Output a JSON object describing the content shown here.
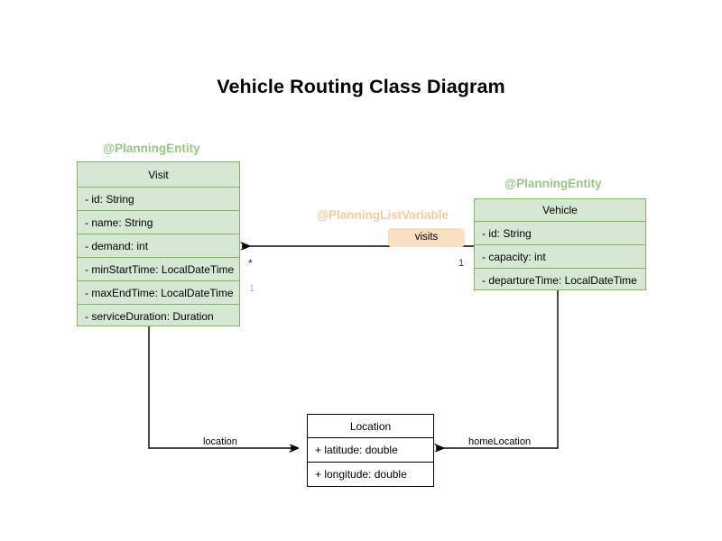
{
  "diagram": {
    "title": "Vehicle Routing Class Diagram",
    "type": "uml-class-diagram",
    "colors": {
      "planning_entity_fill": "#d5e8d4",
      "planning_entity_border": "#82b366",
      "planning_entity_stereotype_text": "#97c785",
      "planning_list_variable_text": "#f8cb9c",
      "association_badge_fill": "#fae0c3",
      "plain_class_fill": "#ffffff",
      "plain_class_border": "#000000",
      "multiplicity_one_left": "#c9a8d4",
      "edge_stroke": "#000000"
    }
  },
  "classes": {
    "visit": {
      "stereotype": "@PlanningEntity",
      "name": "Visit",
      "attributes": [
        "- id: String",
        "- name: String",
        "- demand: int",
        "- minStartTime: LocalDateTime",
        "- maxEndTime: LocalDateTime",
        "- serviceDuration: Duration"
      ]
    },
    "vehicle": {
      "stereotype": "@PlanningEntity",
      "name": "Vehicle",
      "attributes": [
        "- id: String",
        "- capacity: int",
        "- departureTime: LocalDateTime"
      ]
    },
    "location": {
      "name": "Location",
      "attributes": [
        "+ latitude: double",
        "+ longitude: double"
      ]
    }
  },
  "associations": {
    "visits": {
      "stereotype": "@PlanningListVariable",
      "badge_label": "visits",
      "source": "Vehicle",
      "target": "Visit",
      "source_multiplicity": "1",
      "target_multiplicity": "*",
      "extra_multiplicity": "1"
    },
    "location": {
      "label": "location",
      "source": "Visit",
      "target": "Location"
    },
    "home_location": {
      "label": "homeLocation",
      "source": "Vehicle",
      "target": "Location"
    }
  }
}
